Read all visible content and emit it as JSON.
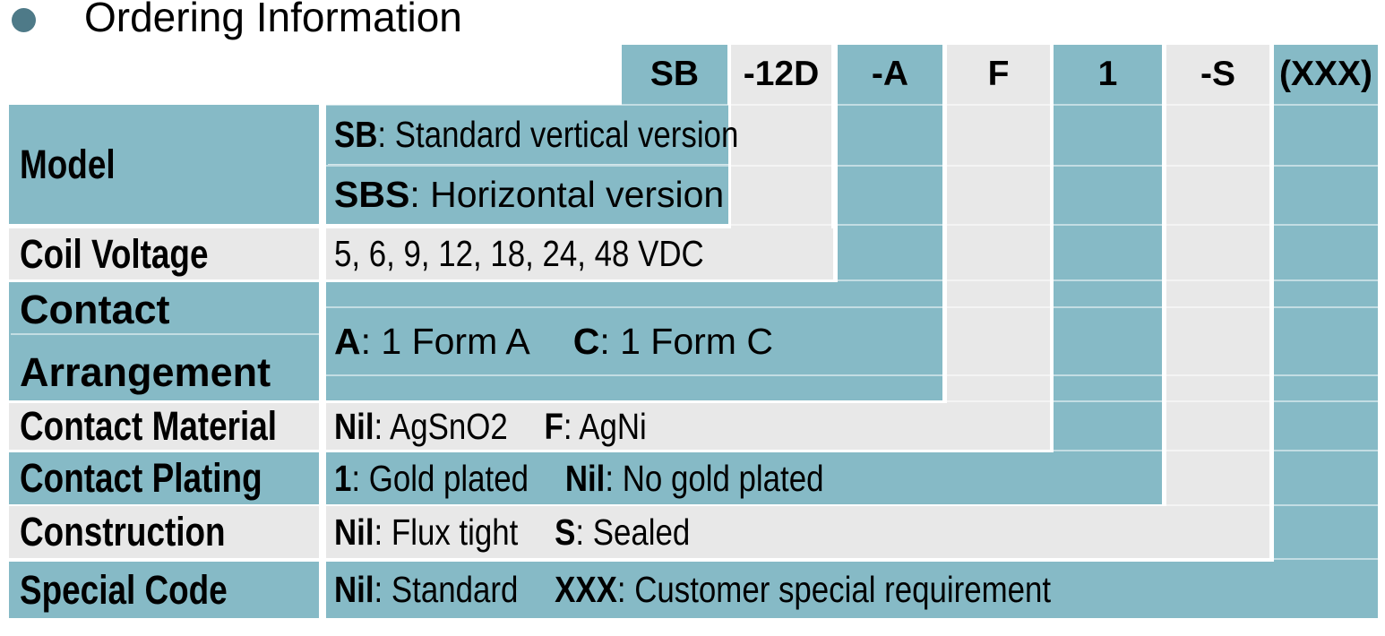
{
  "section": {
    "title": "Ordering Information"
  },
  "colors": {
    "teal": "#86bac6",
    "gray": "#e8e8e8",
    "bullet": "#4e7a88"
  },
  "part_code": {
    "codes": [
      "SB",
      "-12D",
      "-A",
      "F",
      "1",
      "-S",
      "(XXX)"
    ]
  },
  "rows": [
    {
      "label": "Model",
      "options": [
        {
          "prefix": "SB",
          "text": ": Standard vertical version"
        },
        {
          "prefix": "SBS",
          "text": ": Horizontal version"
        }
      ]
    },
    {
      "label": "Coil Voltage",
      "options": [
        {
          "prefix": "",
          "text": "5, 6, 9, 12, 18, 24, 48 VDC"
        }
      ]
    },
    {
      "label": "Contact Arrangement",
      "label_line1": "Contact",
      "label_line2": "Arrangement",
      "options": [
        {
          "prefix": "A",
          "text": ": 1 Form A"
        },
        {
          "prefix": "C",
          "text": ": 1 Form C"
        }
      ]
    },
    {
      "label": "Contact Material",
      "options": [
        {
          "prefix": "Nil",
          "text": ": AgSnO2"
        },
        {
          "prefix": "F",
          "text": ": AgNi"
        }
      ]
    },
    {
      "label": "Contact Plating",
      "options": [
        {
          "prefix": "1",
          "text": ": Gold plated"
        },
        {
          "prefix": "Nil",
          "text": ": No gold plated"
        }
      ]
    },
    {
      "label": "Construction",
      "options": [
        {
          "prefix": "Nil",
          "text": ": Flux tight"
        },
        {
          "prefix": "S",
          "text": ": Sealed"
        }
      ]
    },
    {
      "label": "Special Code",
      "options": [
        {
          "prefix": "Nil",
          "text": ": Standard"
        },
        {
          "prefix": "XXX",
          "text": ": Customer special requirement"
        }
      ]
    }
  ]
}
